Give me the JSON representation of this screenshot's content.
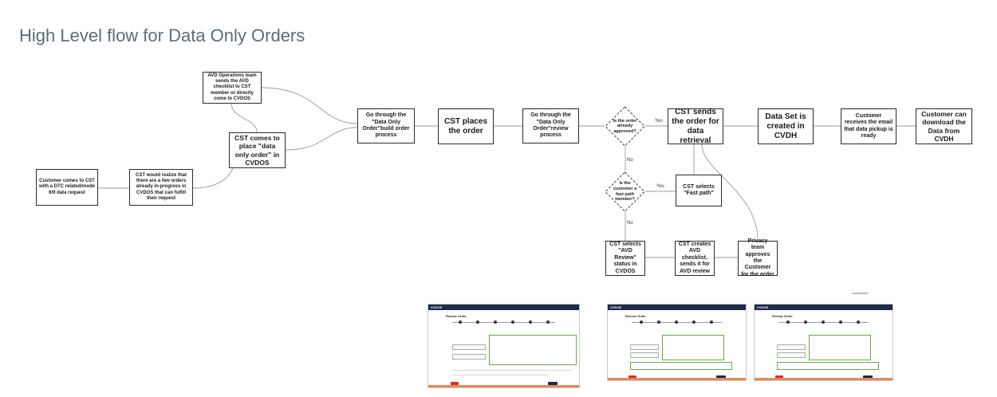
{
  "title": "High Level flow for Data Only Orders",
  "nodes": {
    "customer_comes": "Customer comes to CST with a DTC related/mode 6/9 data request",
    "cst_realize": "CST would realize that there are a few orders already in-progress in CVDOS that can fulfill their request",
    "avd_ops": "AVD Operations team sends the AVD checklist to CST member or directly come to CVDOS",
    "cst_comes": "CST comes to place \"data only order\" in CVDOS",
    "build_order": "Go through the \"Data Only Order\"build order process",
    "cst_places": "CST places the order",
    "review_process": "Go through the \"Data Only Order\"review process",
    "already_approved": "Is the order already approved?",
    "sends_retrieval": "CST sends the order for data retrieval",
    "dataset_created": "Data Set is created in CVDH",
    "customer_email": "Customer receives the email that data pickup is ready",
    "customer_download": "Customer can download the Data from CVDH",
    "fast_path_member": "Is the customer a fast path member?",
    "selects_fast_path": "CST selects \"Fast path\"",
    "selects_avd_review": "CST selects \"AVD Review\" status in CVDOS",
    "creates_checklist": "CST creates AVD checklist, sends it for AVD review",
    "privacy_approves": "Privacy team approves the Customer for the order"
  },
  "edge_labels": {
    "yes_approved": "Yes",
    "no_approved": "No",
    "yes_fast": "Yes",
    "no_fast": "No"
  },
  "thumbnails": {
    "thumb1": {
      "app": "CVDOS",
      "heading": "Review Order"
    },
    "thumb2": {
      "app": "CVDOS",
      "heading": "Review Order"
    },
    "thumb3": {
      "app": "CVDOS",
      "heading": "Review Order"
    }
  },
  "colors": {
    "title": "#5d6b7a",
    "border": "#2b2b2b",
    "connector": "#9a9a9a",
    "app_bar": "#1e2a4a",
    "accent_green": "#6aa84f",
    "accent_red": "#d32f2f"
  }
}
